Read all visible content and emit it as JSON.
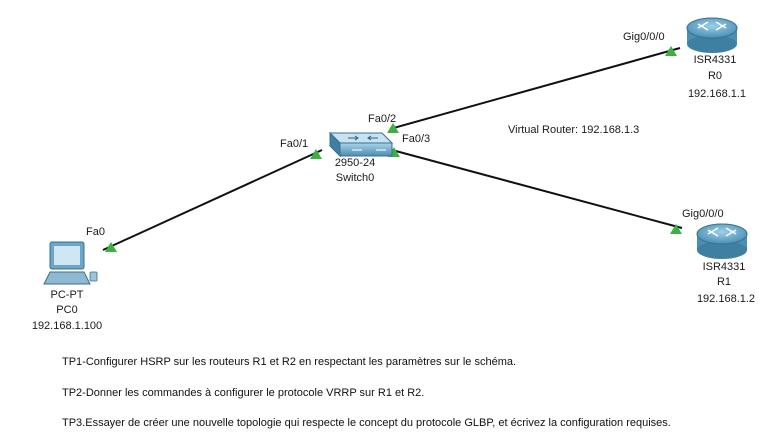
{
  "devices": {
    "pc0": {
      "model": "PC-PT",
      "name": "PC0",
      "ip": "192.168.1.100",
      "icon": "pc-icon"
    },
    "switch0": {
      "model": "2950-24",
      "name": "Switch0",
      "icon": "switch-icon"
    },
    "r0": {
      "model": "ISR4331",
      "name": "R0",
      "ip": "192.168.1.1",
      "icon": "router-icon"
    },
    "r1": {
      "model": "ISR4331",
      "name": "R1",
      "ip": "192.168.1.2",
      "icon": "router-icon"
    }
  },
  "ports": {
    "pc0_fa0": "Fa0",
    "sw_fa01": "Fa0/1",
    "sw_fa02": "Fa0/2",
    "sw_fa03": "Fa0/3",
    "r0_gig": "Gig0/0/0",
    "r1_gig": "Gig0/0/0"
  },
  "virtual_router": "Virtual Router: 192.168.1.3",
  "colors": {
    "link": "#111111",
    "port_up": "#3cb043",
    "device_blue": "#5a9ec2"
  },
  "instructions": [
    "TP1-Configurer HSRP sur les routeurs R1 et R2  en respectant les paramètres sur le schéma.",
    "TP2-Donner les commandes à configurer le protocole VRRP sur R1 et R2.",
    "TP3.Essayer de créer une nouvelle topologie qui respecte le concept du protocole GLBP, et écrivez la configuration requises."
  ]
}
